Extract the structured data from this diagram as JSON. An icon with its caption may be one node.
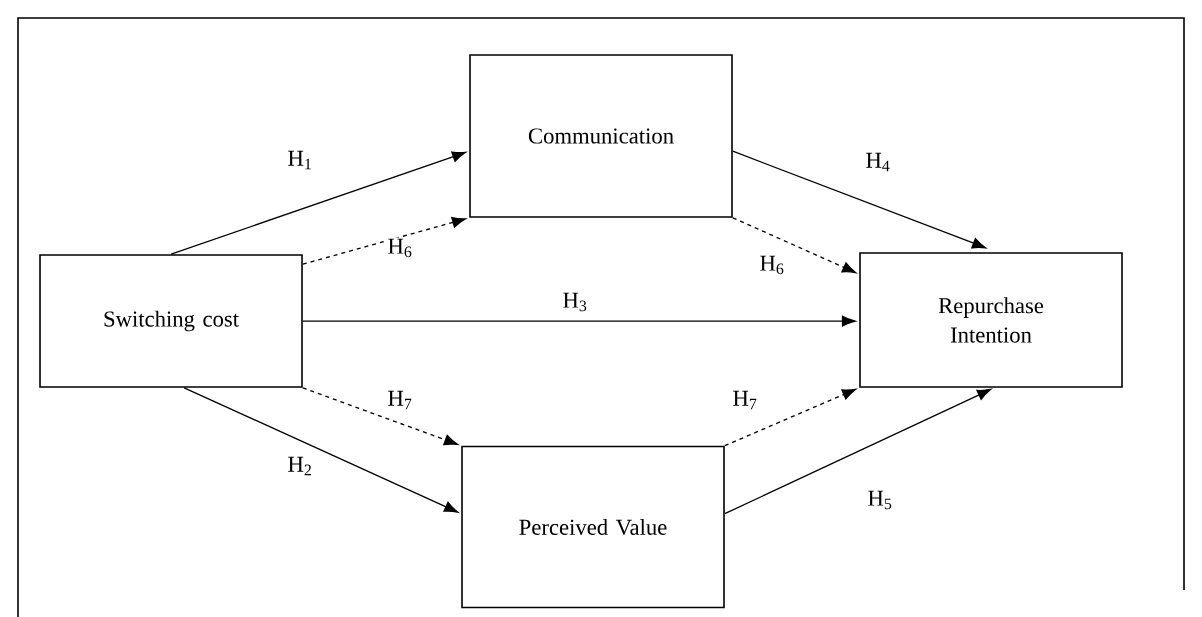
{
  "diagram": {
    "nodes": [
      {
        "text": [
          "Switching cost"
        ]
      },
      {
        "text": [
          "Communication"
        ]
      },
      {
        "text": [
          "Repurchase Intention"
        ]
      },
      {
        "text": [
          "Perceived Value"
        ]
      }
    ],
    "edges": [
      {
        "from": 0,
        "to": 1,
        "arrow": "to",
        "label": "H$_{1}$"
      },
      {
        "from": 0,
        "to": 1,
        "arrow": "to",
        "label": "H$_{6}$",
        "style": "dashed"
      },
      {
        "from": 1,
        "to": 2,
        "arrow": "to",
        "label": "H$_{4}$"
      },
      {
        "from": 1,
        "to": 2,
        "arrow": "to",
        "label": "H$_{6}$",
        "style": "dashed"
      },
      {
        "from": 0,
        "to": 2,
        "arrow": "to",
        "label": "H$_{3}$"
      },
      {
        "from": 0,
        "to": 3,
        "arrow": "to",
        "label": "H$_{7}$",
        "style": "dashed"
      },
      {
        "from": 0,
        "to": 3,
        "arrow": "to",
        "label": "H$_{2}$"
      },
      {
        "from": 3,
        "to": 2,
        "arrow": "to",
        "label": "H$_{7}$",
        "style": "dashed"
      },
      {
        "from": 3,
        "to": 2,
        "arrow": "to",
        "label": "H$_{5}$"
      }
    ]
  }
}
